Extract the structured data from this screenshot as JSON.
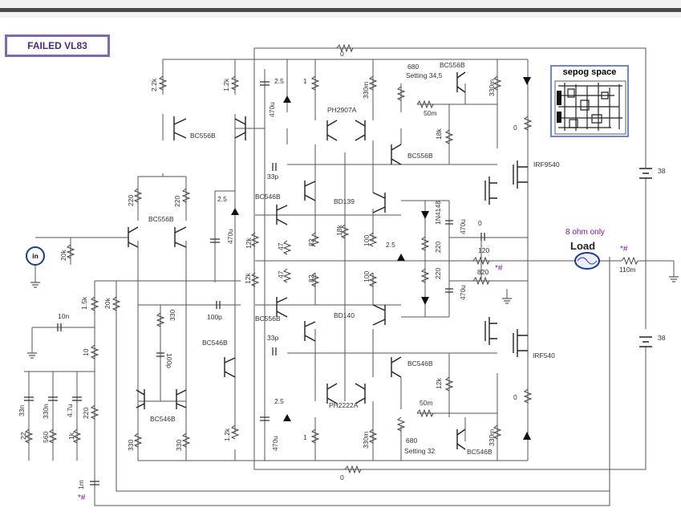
{
  "title": "FAILED VL83",
  "thumbnail": {
    "title": "sepog space"
  },
  "load": {
    "label": "Load",
    "note": "8 ohm only",
    "note_color": "#7a1a9a"
  },
  "supply": {
    "pos": "38",
    "neg": "38"
  },
  "labels": {
    "r_2k2": "2.2k",
    "r_1k2_top": "1.2k",
    "z_2_5_a": "2.5",
    "c_470u_a": "470u",
    "r_1_top": "1",
    "r_330m_a": "330m",
    "r_680_top": "680",
    "setting_top": "Setting 34,5",
    "q_bc556b_top": "BC556B",
    "r_330m_b": "330m",
    "r_0_top": "0",
    "q_ph2907a": "PH2907A",
    "r_50m_top": "50m",
    "r_18k_a": "18k",
    "q_bc556b_mid": "BC556B",
    "q_bc556b_left": "BC556B",
    "r_0_mid": "0",
    "q_irf9540": "IRF9540",
    "c_33p_a": "33p",
    "r_220_a": "220",
    "r_220_b": "220",
    "q_bc546b_a": "BC546B",
    "q_bd139": "BD139",
    "d_1n4148_a": "1N4148",
    "c_470u_b": "470u",
    "r_0_fb": "0",
    "q_bc556b_diff": "BC556B",
    "z_2_5_b": "2.5",
    "c_470u_c": "470u",
    "r_220_c": "220",
    "r_12k_a": "12k",
    "r_47_a": "47",
    "r_82_a": "82",
    "r_18k_b": "18k",
    "r_100_a": "100",
    "z_2_5_c": "2.5",
    "r_120": "120",
    "r_20k_a": "20k",
    "in": "in",
    "r_820": "820",
    "mark_a": "*#",
    "r_47_b": "47",
    "r_82_b": "82",
    "r_100_b": "100",
    "r_220_d": "220",
    "r_110m": "110m",
    "mark_b": "*#",
    "r_1k5": "1.5k",
    "r_20k_b": "20k",
    "r_12k_b": "12k",
    "r_330_a": "330",
    "c_100p_a": "100p",
    "q_bc556b_low": "BC556B",
    "q_bd140": "BD140",
    "c_470u_d": "470u",
    "c_10n": "10n",
    "r_10": "10",
    "c_100p_b": "100p",
    "q_bc546b_b": "BC546B",
    "c_33p_b": "33p",
    "q_irf540": "IRF540",
    "q_bc546b_c": "BC546B",
    "r_12k_c": "12k",
    "r_0_low": "0",
    "c_33n": "33n",
    "c_330n": "330n",
    "c_4_7u": "4.7u",
    "r_220_e": "220",
    "z_2_5_d": "2.5",
    "q_ph2222a": "PH2222A",
    "r_50m_low": "50m",
    "q_bc546b_d": "BC546B",
    "r_22": "22",
    "r_560": "560",
    "r_1k": "1k",
    "c_470u_e": "470u",
    "r_1_low": "1",
    "r_330m_c": "330m",
    "r_680_low": "680",
    "setting_low": "Setting 32",
    "q_bc546b_low": "BC546B",
    "r_330m_d": "330m",
    "r_330_b": "330",
    "r_330_c": "330",
    "r_1k2_low": "1.2k",
    "c_1m": "1m",
    "mark_c": "*#",
    "r_0_bottom": "0"
  }
}
